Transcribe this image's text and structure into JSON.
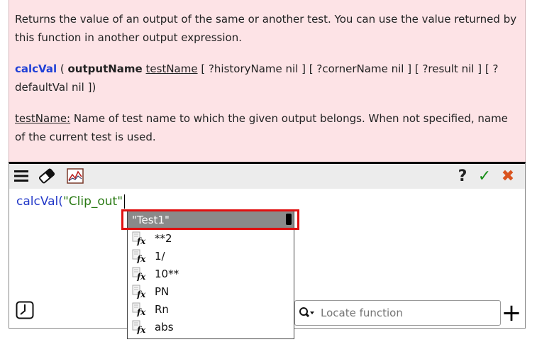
{
  "help": {
    "description": "Returns the value of an output of the same or another test. You can use the value returned by this function in another output expression.",
    "signature": {
      "fn": "calcVal",
      "open": " ( ",
      "arg_bold": "outputName",
      "sp": " ",
      "arg_u": "testName",
      "rest": " [ ?historyName nil ] [ ?cornerName nil ] [ ?result nil ] [ ?defaultVal nil ])"
    },
    "param_name": "testName:",
    "param_desc": " Name of test name to which the given output belongs. When not specified, name of the current test is used."
  },
  "toolbar": {
    "menu_icon": "hamburger-menu-icon",
    "eraser_icon": "eraser-icon",
    "chart_icon": "chart-icon",
    "help_label": "?",
    "ok_label": "✓",
    "cancel_label": "✖"
  },
  "editor": {
    "fn": "calcVal",
    "paren": "(",
    "arg": "\"Clip_out\""
  },
  "autocomplete": {
    "items": [
      {
        "label": "\"Test1\"",
        "selected": true
      },
      {
        "label": "**2",
        "icon": "fx"
      },
      {
        "label": "1/",
        "icon": "fx"
      },
      {
        "label": "10**",
        "icon": "fx"
      },
      {
        "label": "PN",
        "icon": "fx"
      },
      {
        "label": "Rn",
        "icon": "fx"
      },
      {
        "label": "abs",
        "icon": "fx"
      }
    ]
  },
  "locate": {
    "placeholder": "Locate function"
  },
  "colors": {
    "help_bg": "#fde3e6",
    "fn_blue": "#1f3fd6",
    "ok_green": "#1a8f1a",
    "cancel_orange": "#d9531e",
    "selection_red": "#e01010"
  }
}
